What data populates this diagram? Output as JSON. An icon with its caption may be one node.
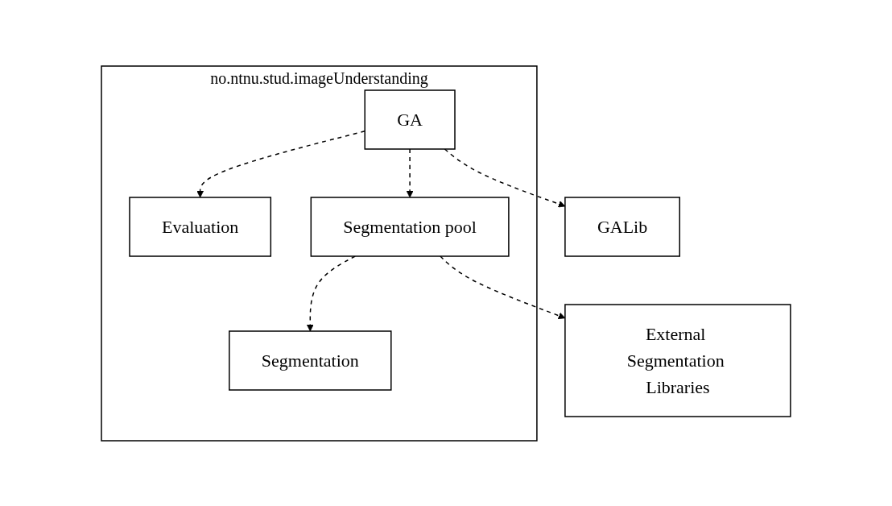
{
  "diagram": {
    "nodes": [
      {
        "text": [
          "no.ntnu.stud.imageUnderstanding"
        ]
      },
      {
        "text": [
          "Evaluation"
        ],
        "in": 0
      },
      {
        "text": [
          "GA"
        ],
        "in": 0
      },
      {
        "text": [
          "Segmentation pool"
        ],
        "in": 0
      },
      {
        "text": [
          "Segmentation"
        ],
        "in": 0
      },
      {
        "text": [
          "GALib"
        ]
      },
      {
        "text": [
          "External Segmentation Libraries"
        ]
      }
    ],
    "edges": [
      {
        "from": 2,
        "to": 1,
        "arrow": "to",
        "style": "dashed"
      },
      {
        "from": 2,
        "to": 3,
        "arrow": "to",
        "style": "dashed"
      },
      {
        "from": 3,
        "to": 4,
        "arrow": "to",
        "style": "dashed"
      },
      {
        "from": 2,
        "to": 5,
        "arrow": "to",
        "style": "dashed"
      },
      {
        "from": 3,
        "to": 6,
        "arrow": "to",
        "style": "dashed"
      }
    ]
  }
}
